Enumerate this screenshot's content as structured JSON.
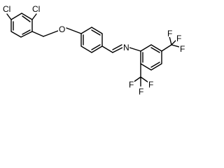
{
  "molecule": {
    "atoms": {
      "cl1": "Cl",
      "cl2": "Cl",
      "o": "O",
      "n": "N",
      "f1": "F",
      "f2": "F",
      "f3": "F",
      "f4": "F",
      "f5": "F",
      "f6": "F"
    }
  }
}
